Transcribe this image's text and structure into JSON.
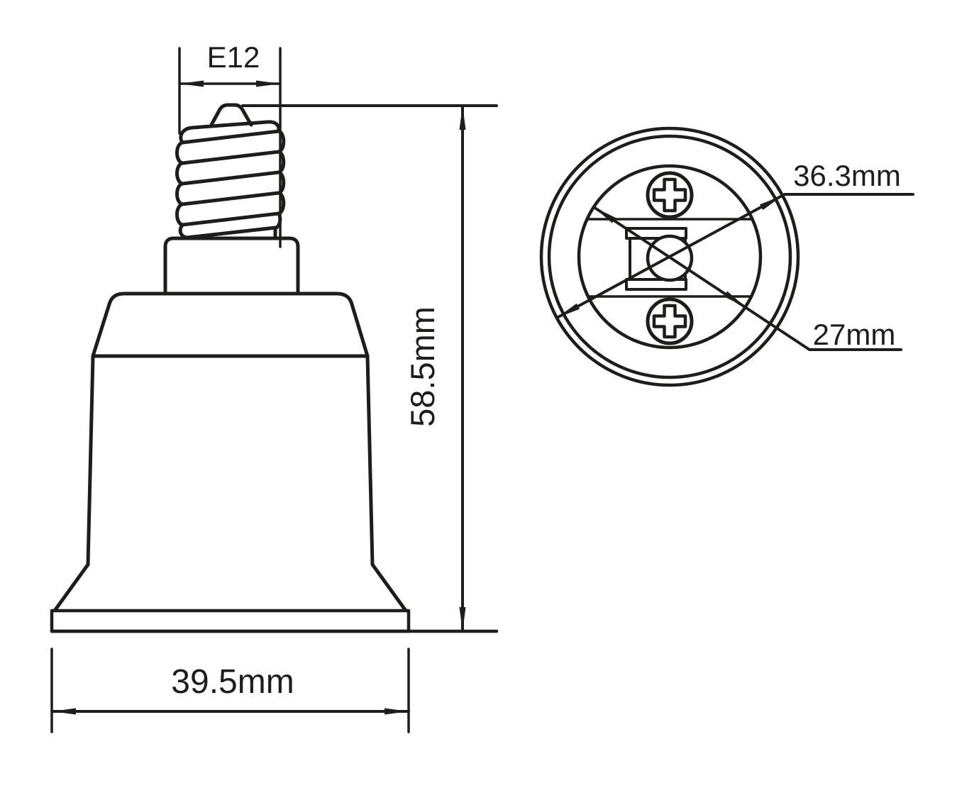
{
  "drawing": {
    "background_color": "#ffffff",
    "line_color": "#1d1d1b",
    "side_view": {
      "labels": {
        "thread": "E12",
        "height": "58.5mm",
        "base_width": "39.5mm"
      }
    },
    "bottom_view": {
      "labels": {
        "outer_diameter": "36.3mm",
        "socket_diameter": "27mm"
      }
    }
  }
}
